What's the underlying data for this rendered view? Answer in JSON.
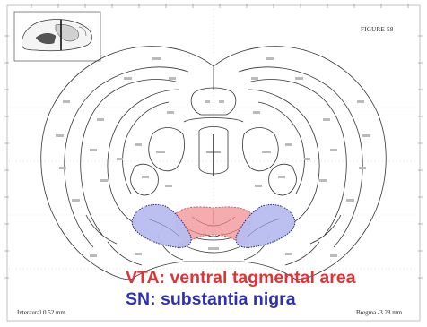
{
  "figure_label": "FIGURE 58",
  "legend": {
    "vta": {
      "text": "VTA: ventral tagmental area",
      "color": "#e03337"
    },
    "sn": {
      "text": "SN: substantia nigra",
      "color": "#2f2fb3"
    }
  },
  "footer": {
    "interaural": "Interaural 0.52 mm",
    "bregma": "Bregma -3.28 mm"
  },
  "colors": {
    "vta_fill": "#f4a6a8",
    "sn_fill": "#b9bdf0",
    "outline": "#333333"
  }
}
